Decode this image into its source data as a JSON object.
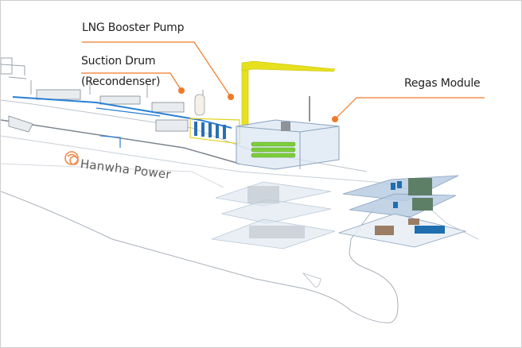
{
  "diagram": {
    "subject": "LNG FSRU vessel cutaway showing regasification equipment",
    "brand_text": "Hanwha Power",
    "callouts": [
      {
        "id": "lng-booster-pump",
        "label": "LNG Booster Pump"
      },
      {
        "id": "suction-drum",
        "label": "Suction Drum",
        "sublabel": "(Recondenser)"
      },
      {
        "id": "regas-module",
        "label": "Regas Module"
      }
    ],
    "colors": {
      "leader_line": "#f07a28",
      "pump_crane": "#e6e01e",
      "piping": "#2a7fd4",
      "module_frame": "#b9cde3",
      "heat_exchangers": "#7ccc3c",
      "deck_planes": "#c6d6e8",
      "equipment_blue": "#1f6fb0",
      "equipment_green": "#5d7f66",
      "equipment_brown": "#9a7d64",
      "hull_outline": "#9aa3ad"
    }
  }
}
